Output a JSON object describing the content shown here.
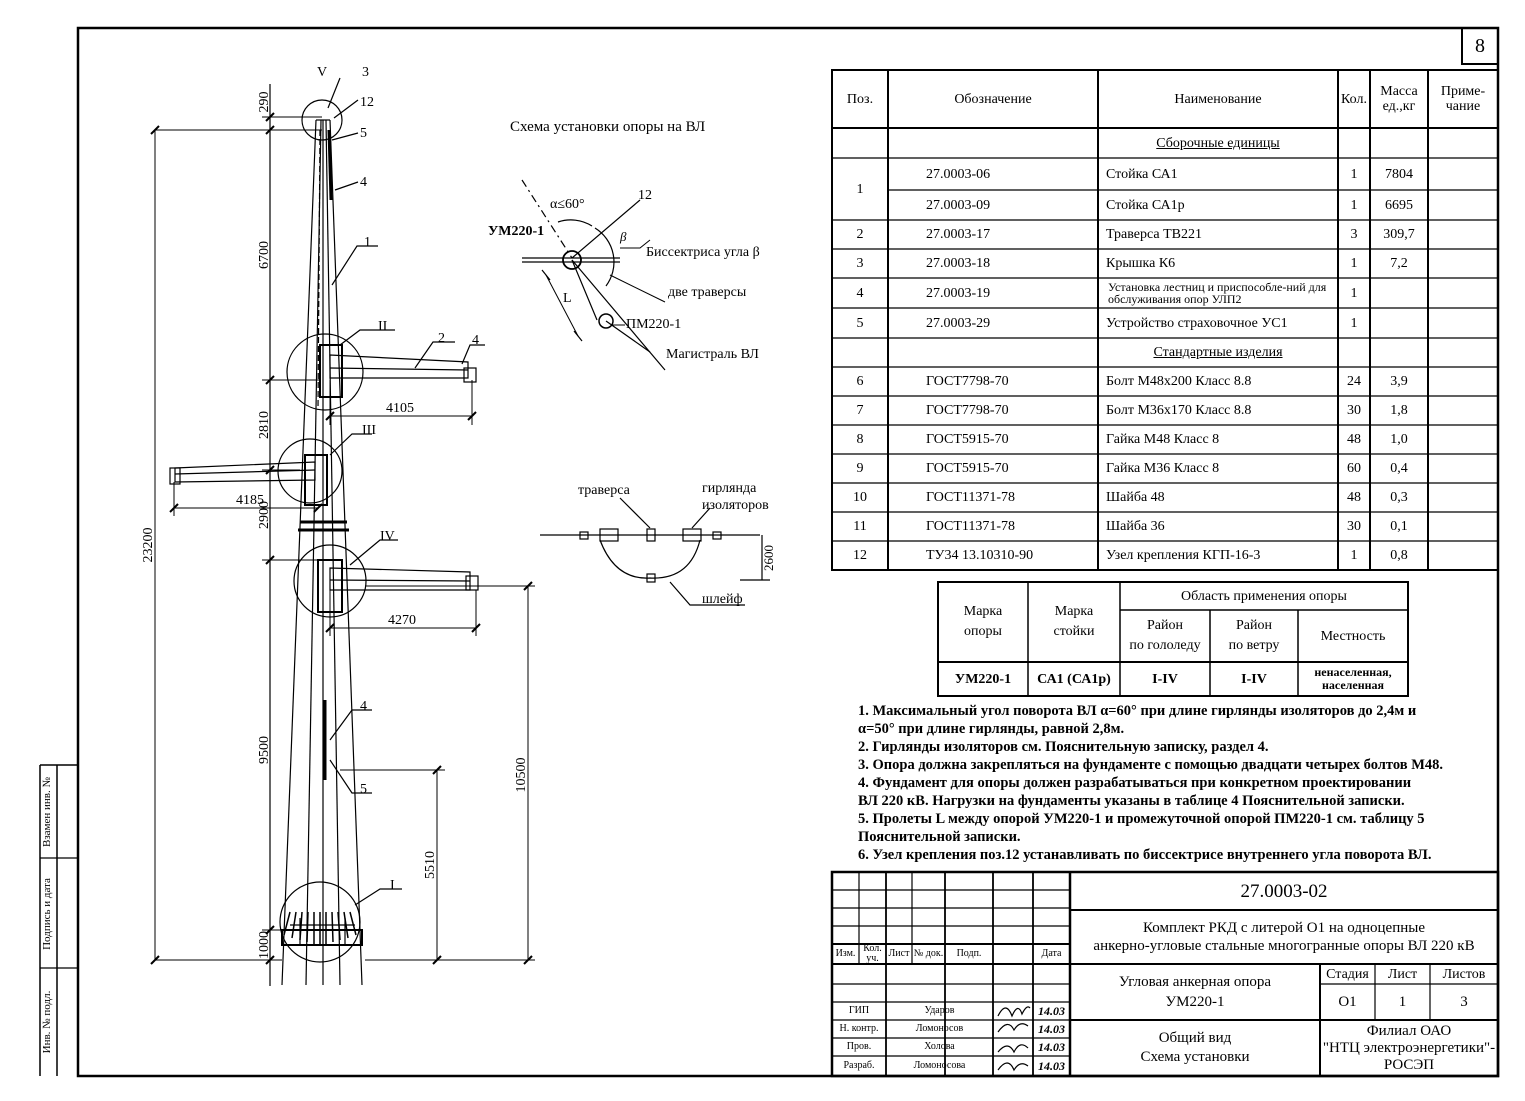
{
  "sheet_number": "8",
  "scheme_title": "Схема установки опоры на ВЛ",
  "drawing": {
    "dimensions": [
      "290",
      "6700",
      "2810",
      "2900",
      "9500",
      "1000",
      "23200",
      "4105",
      "4185",
      "4270",
      "10500",
      "5510"
    ],
    "pos_labels": [
      "3",
      "12",
      "5",
      "4",
      "1",
      "2",
      "4",
      "4",
      "5"
    ],
    "detail_labels": [
      "V",
      "II",
      "III",
      "IV",
      "I"
    ]
  },
  "scheme": {
    "alpha": "α≤60°",
    "num12": "12",
    "beta": "β",
    "L": "L",
    "um": "УМ220-1",
    "bisector": "Биссектриса угла β",
    "two_traverses": "две траверсы",
    "pm": "ПМ220-1",
    "main_line": "Магистраль ВЛ",
    "traverse": "траверса",
    "garland1": "гирлянда",
    "garland2": "изоляторов",
    "loop": "шлейф",
    "dim2600": "2600"
  },
  "spec_table": {
    "headers": {
      "pos": "Поз.",
      "designation": "Обозначение",
      "name": "Наименование",
      "qty": "Кол.",
      "mass1": "Масса",
      "mass2": "ед.,кг",
      "note1": "Приме-",
      "note2": "чание"
    },
    "section_assembly": "Сборочные единицы",
    "section_standard": "Стандартные изделия",
    "rows": [
      {
        "pos": "1",
        "des": "27.0003-06",
        "name": "Стойка СА1",
        "qty": "1",
        "mass": "7804"
      },
      {
        "pos": "",
        "des": "27.0003-09",
        "name": "Стойка СА1р",
        "qty": "1",
        "mass": "6695"
      },
      {
        "pos": "2",
        "des": "27.0003-17",
        "name": "Траверса ТВ221",
        "qty": "3",
        "mass": "309,7"
      },
      {
        "pos": "3",
        "des": "27.0003-18",
        "name": "Крышка К6",
        "qty": "1",
        "mass": "7,2"
      },
      {
        "pos": "4",
        "des": "27.0003-19",
        "name": "Установка лестниц и приспособле-ний для обслуживания опор УЛП2",
        "qty": "1",
        "mass": ""
      },
      {
        "pos": "5",
        "des": "27.0003-29",
        "name": "Устройство страховочное УС1",
        "qty": "1",
        "mass": ""
      },
      {
        "pos": "6",
        "des": "ГОСТ7798-70",
        "name": "Болт М48х200  Класс 8.8",
        "qty": "24",
        "mass": "3,9"
      },
      {
        "pos": "7",
        "des": "ГОСТ7798-70",
        "name": "Болт М36х170  Класс 8.8",
        "qty": "30",
        "mass": "1,8"
      },
      {
        "pos": "8",
        "des": "ГОСТ5915-70",
        "name": "Гайка М48  Класс 8",
        "qty": "48",
        "mass": "1,0"
      },
      {
        "pos": "9",
        "des": "ГОСТ5915-70",
        "name": "Гайка М36  Класс 8",
        "qty": "60",
        "mass": "0,4"
      },
      {
        "pos": "10",
        "des": "ГОСТ11371-78",
        "name": "Шайба 48",
        "qty": "48",
        "mass": "0,3"
      },
      {
        "pos": "11",
        "des": "ГОСТ11371-78",
        "name": "Шайба 36",
        "qty": "30",
        "mass": "0,1"
      },
      {
        "pos": "12",
        "des": "ТУ34 13.10310-90",
        "name": "Узел крепления КГП-16-3",
        "qty": "1",
        "mass": "0,8"
      }
    ]
  },
  "area_table": {
    "mark_support": [
      "Марка",
      "опоры"
    ],
    "mark_post": [
      "Марка",
      "стойки"
    ],
    "area_header": "Область применения опоры",
    "ice": [
      "Район",
      "по гололеду"
    ],
    "wind": [
      "Район",
      "по ветру"
    ],
    "terrain": "Местность",
    "row": {
      "mark": "УМ220-1",
      "post": "СА1 (СА1р)",
      "ice": "I-IV",
      "wind": "I-IV",
      "terrain1": "ненаселенная,",
      "terrain2": "населенная"
    }
  },
  "notes": [
    "1. Максимальный угол поворота ВЛ  α=60° при длине гирлянды изоляторов до 2,4м и",
    "α=50° при длине гирлянды, равной 2,8м.",
    "2. Гирлянды изоляторов см. Пояснительную записку, раздел 4.",
    "3. Опора должна закрепляться на фундаменте с помощью двадцати четырех болтов М48.",
    "4. Фундамент для опоры должен разрабатываться при конкретном проектировании",
    "ВЛ 220 кВ. Нагрузки на фундаменты указаны в таблице 4 Пояснительной записки.",
    "5. Пролеты L между опорой УМ220-1 и промежуточной опорой ПМ220-1 см. таблицу 5",
    "Пояснительной записки.",
    "6. Узел крепления поз.12 устанавливать по биссектрисе внутреннего угла поворота ВЛ."
  ],
  "title_block": {
    "code": "27.0003-02",
    "project1": "Комплект РКД с литерой О1 на одноцепные",
    "project2": "анкерно-угловые стальные многогранные опоры ВЛ 220 кВ",
    "object1": "Угловая анкерная опора",
    "object2": "УМ220-1",
    "stage_h": "Стадия",
    "sheet_h": "Лист",
    "sheets_h": "Листов",
    "stage": "О1",
    "sheet": "1",
    "sheets": "3",
    "doc1": "Общий вид",
    "doc2": "Схема установки",
    "org1": "Филиал ОАО",
    "org2": "\"НТЦ электроэнергетики\"-",
    "org3": "РОСЭП",
    "cols": [
      "Изм.",
      "Кол. уч.",
      "Лист",
      "№ док.",
      "Подп.",
      "Дата"
    ],
    "roles": [
      "ГИП",
      "Н. контр.",
      "Пров.",
      "Разраб."
    ],
    "names": [
      "Ударов",
      "Ломоносов",
      "Холова",
      "Ломоносова"
    ],
    "dates": [
      "14.03",
      "14.03",
      "14.03",
      "14.03"
    ]
  },
  "side_stamp": {
    "inv": "Взамен инв. №",
    "sign": "Подпись и дата",
    "orig": "Инв. № подл."
  }
}
